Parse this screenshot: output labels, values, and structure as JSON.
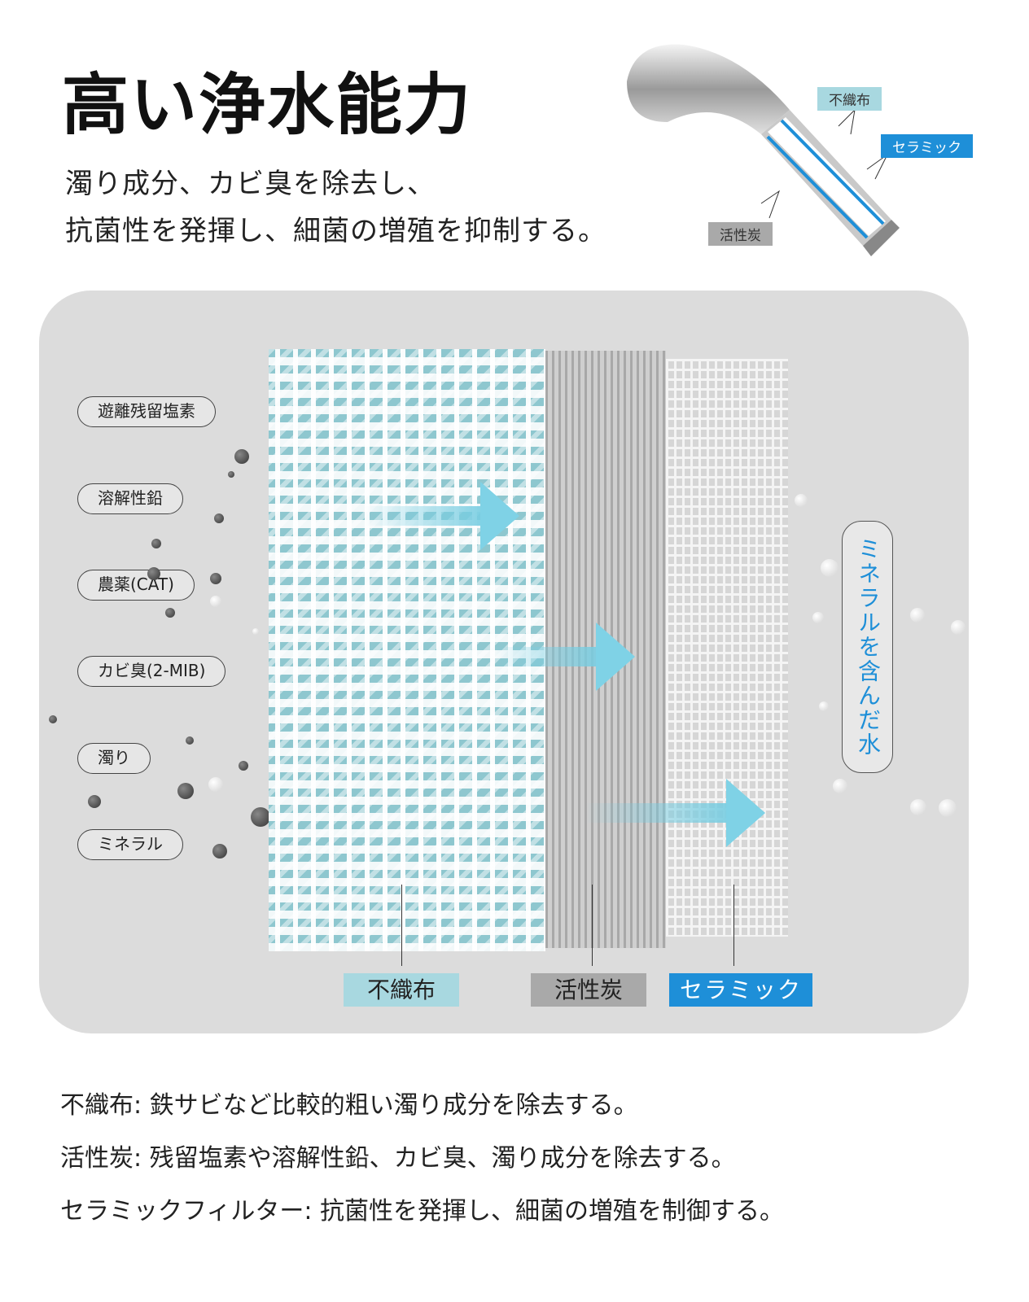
{
  "header": {
    "title": "高い浄水能力",
    "subtitle_lines": [
      "濁り成分、カビ臭を除去し、",
      "抗菌性を発揮し、細菌の増殖を抑制する。"
    ]
  },
  "product_tags": {
    "nonwoven": "不織布",
    "ceramic": "セラミック",
    "carbon": "活性炭"
  },
  "contaminants": [
    "遊離残留塩素",
    "溶解性鉛",
    "農薬(CAT)",
    "カビ臭(2-MIB)",
    "濁り",
    "ミネラル"
  ],
  "layers": {
    "nonwoven": "不織布",
    "carbon": "活性炭",
    "ceramic": "セラミック"
  },
  "output_label": "ミネラルを含んだ水",
  "colors": {
    "nonwoven": "#a8d8e0",
    "carbon": "#a9a9a9",
    "ceramic": "#1e8fd8"
  },
  "descriptions": [
    "不織布: 鉄サビなど比較的粗い濁り成分を除去する。",
    "活性炭: 残留塩素や溶解性鉛、カビ臭、濁り成分を除去する。",
    "セラミックフィルター: 抗菌性を発揮し、細菌の増殖を制御する。"
  ]
}
